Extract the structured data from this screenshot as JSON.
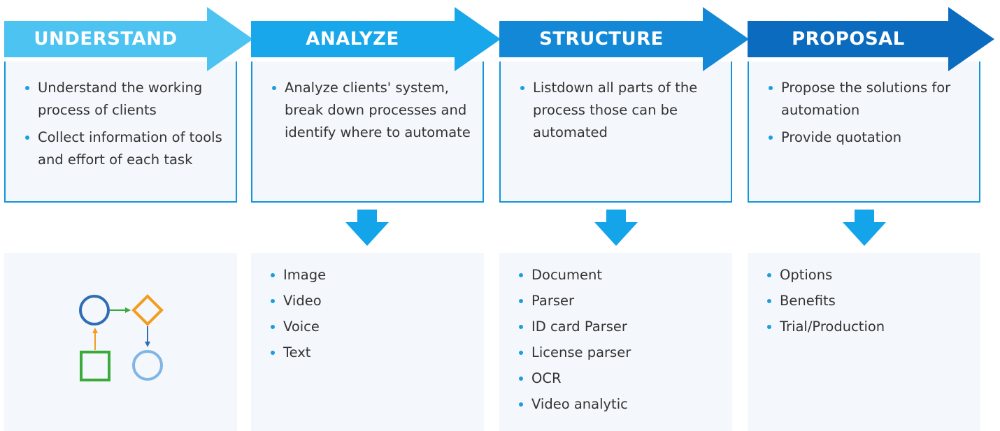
{
  "colors": {
    "understand": "#4cc3f1",
    "analyze": "#18a7ea",
    "structure": "#1288d6",
    "proposal": "#0b6cbf",
    "box_border": "#1296d9",
    "box_fill": "#f4f7fb",
    "bullet": "#1a9ee0",
    "down_arrow": "#14a4e9"
  },
  "stages": [
    {
      "title": "UNDERSTAND",
      "bullets": [
        "Understand the working process of clients",
        "Collect information of tools and effort of each task"
      ]
    },
    {
      "title": "ANALYZE",
      "bullets": [
        "Analyze clients' system, break down processes and identify where to automate"
      ],
      "outputs": [
        "Image",
        "Video",
        "Voice",
        "Text"
      ]
    },
    {
      "title": "STRUCTURE",
      "bullets": [
        "Listdown all parts of the process those can be automated"
      ],
      "outputs": [
        "Document",
        "Parser",
        "ID card Parser",
        "License parser",
        "OCR",
        "Video analytic"
      ]
    },
    {
      "title": "PROPOSAL",
      "bullets": [
        "Propose the solutions for automation",
        "Provide quotation"
      ],
      "outputs": [
        "Options",
        "Benefits",
        "Trial/Production"
      ]
    }
  ],
  "flow_icon": {
    "nodes": [
      "circle-dark-blue",
      "diamond-orange",
      "square-green",
      "circle-light-blue"
    ],
    "connectors": [
      "green-arrow-right",
      "blue-arrow-down",
      "orange-arrow-up"
    ]
  }
}
